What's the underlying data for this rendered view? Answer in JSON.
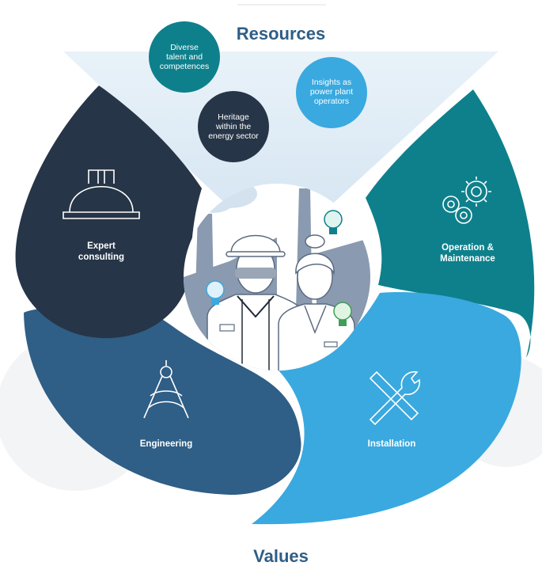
{
  "diagram": {
    "top_heading": "Resources",
    "bottom_heading": "Values",
    "bubbles": [
      {
        "text": "Diverse\ntalent and\ncompetences",
        "color": "#0e808c"
      },
      {
        "text": "Heritage\nwithin the\nenergy sector",
        "color": "#263547"
      },
      {
        "text": "Insights as\npower plant\noperators",
        "color": "#3aa9df"
      }
    ],
    "segments": [
      {
        "label": "Expert\nconsulting",
        "color": "#263547",
        "icon": "hard-hat-icon"
      },
      {
        "label": "Operation &\nMaintenance",
        "color": "#0e808c",
        "icon": "gears-icon"
      },
      {
        "label": "Engineering",
        "color": "#2f5e86",
        "icon": "compass-icon"
      },
      {
        "label": "Installation",
        "color": "#3aa9df",
        "icon": "tools-icon"
      }
    ],
    "center_scene": {
      "people": [
        "engineer-man",
        "engineer-woman"
      ],
      "icons": [
        "lightbulb-icon",
        "factory-icon",
        "cloud-icon"
      ]
    }
  }
}
